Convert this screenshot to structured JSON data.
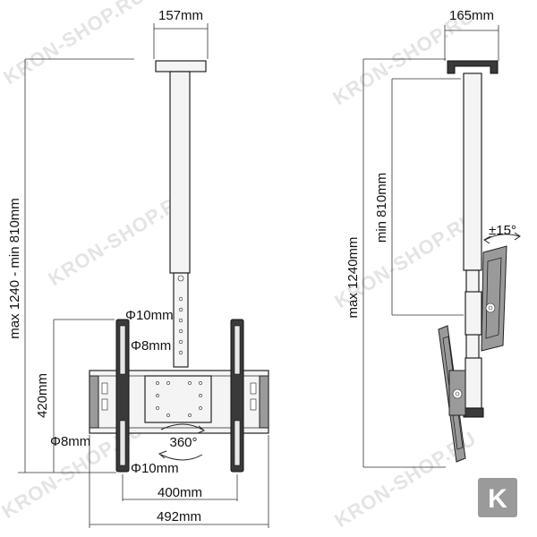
{
  "front_view": {
    "top_plate_width": "157mm",
    "height_range": "max 1240 - min 810mm",
    "bracket_height": "420mm",
    "hole_diameter_top_1": "Φ10mm",
    "hole_diameter_top_2": "Φ8mm",
    "hole_diameter_bottom_1": "Φ8mm",
    "hole_diameter_bottom_2": "Φ10mm",
    "rotation": "360°",
    "vesa_width": "400mm",
    "overall_width": "492mm"
  },
  "side_view": {
    "top_plate_width": "165mm",
    "max_height": "max 1240mm",
    "min_height": "min 810mm",
    "tilt": "±15°"
  },
  "watermark": {
    "text": "KRON-SHOP.RU",
    "logo_letter": "K"
  },
  "colors": {
    "line": "#222222",
    "watermark": "#cfcfcf",
    "logo_bg": "#9a9a9a",
    "logo_fg": "#ffffff"
  }
}
